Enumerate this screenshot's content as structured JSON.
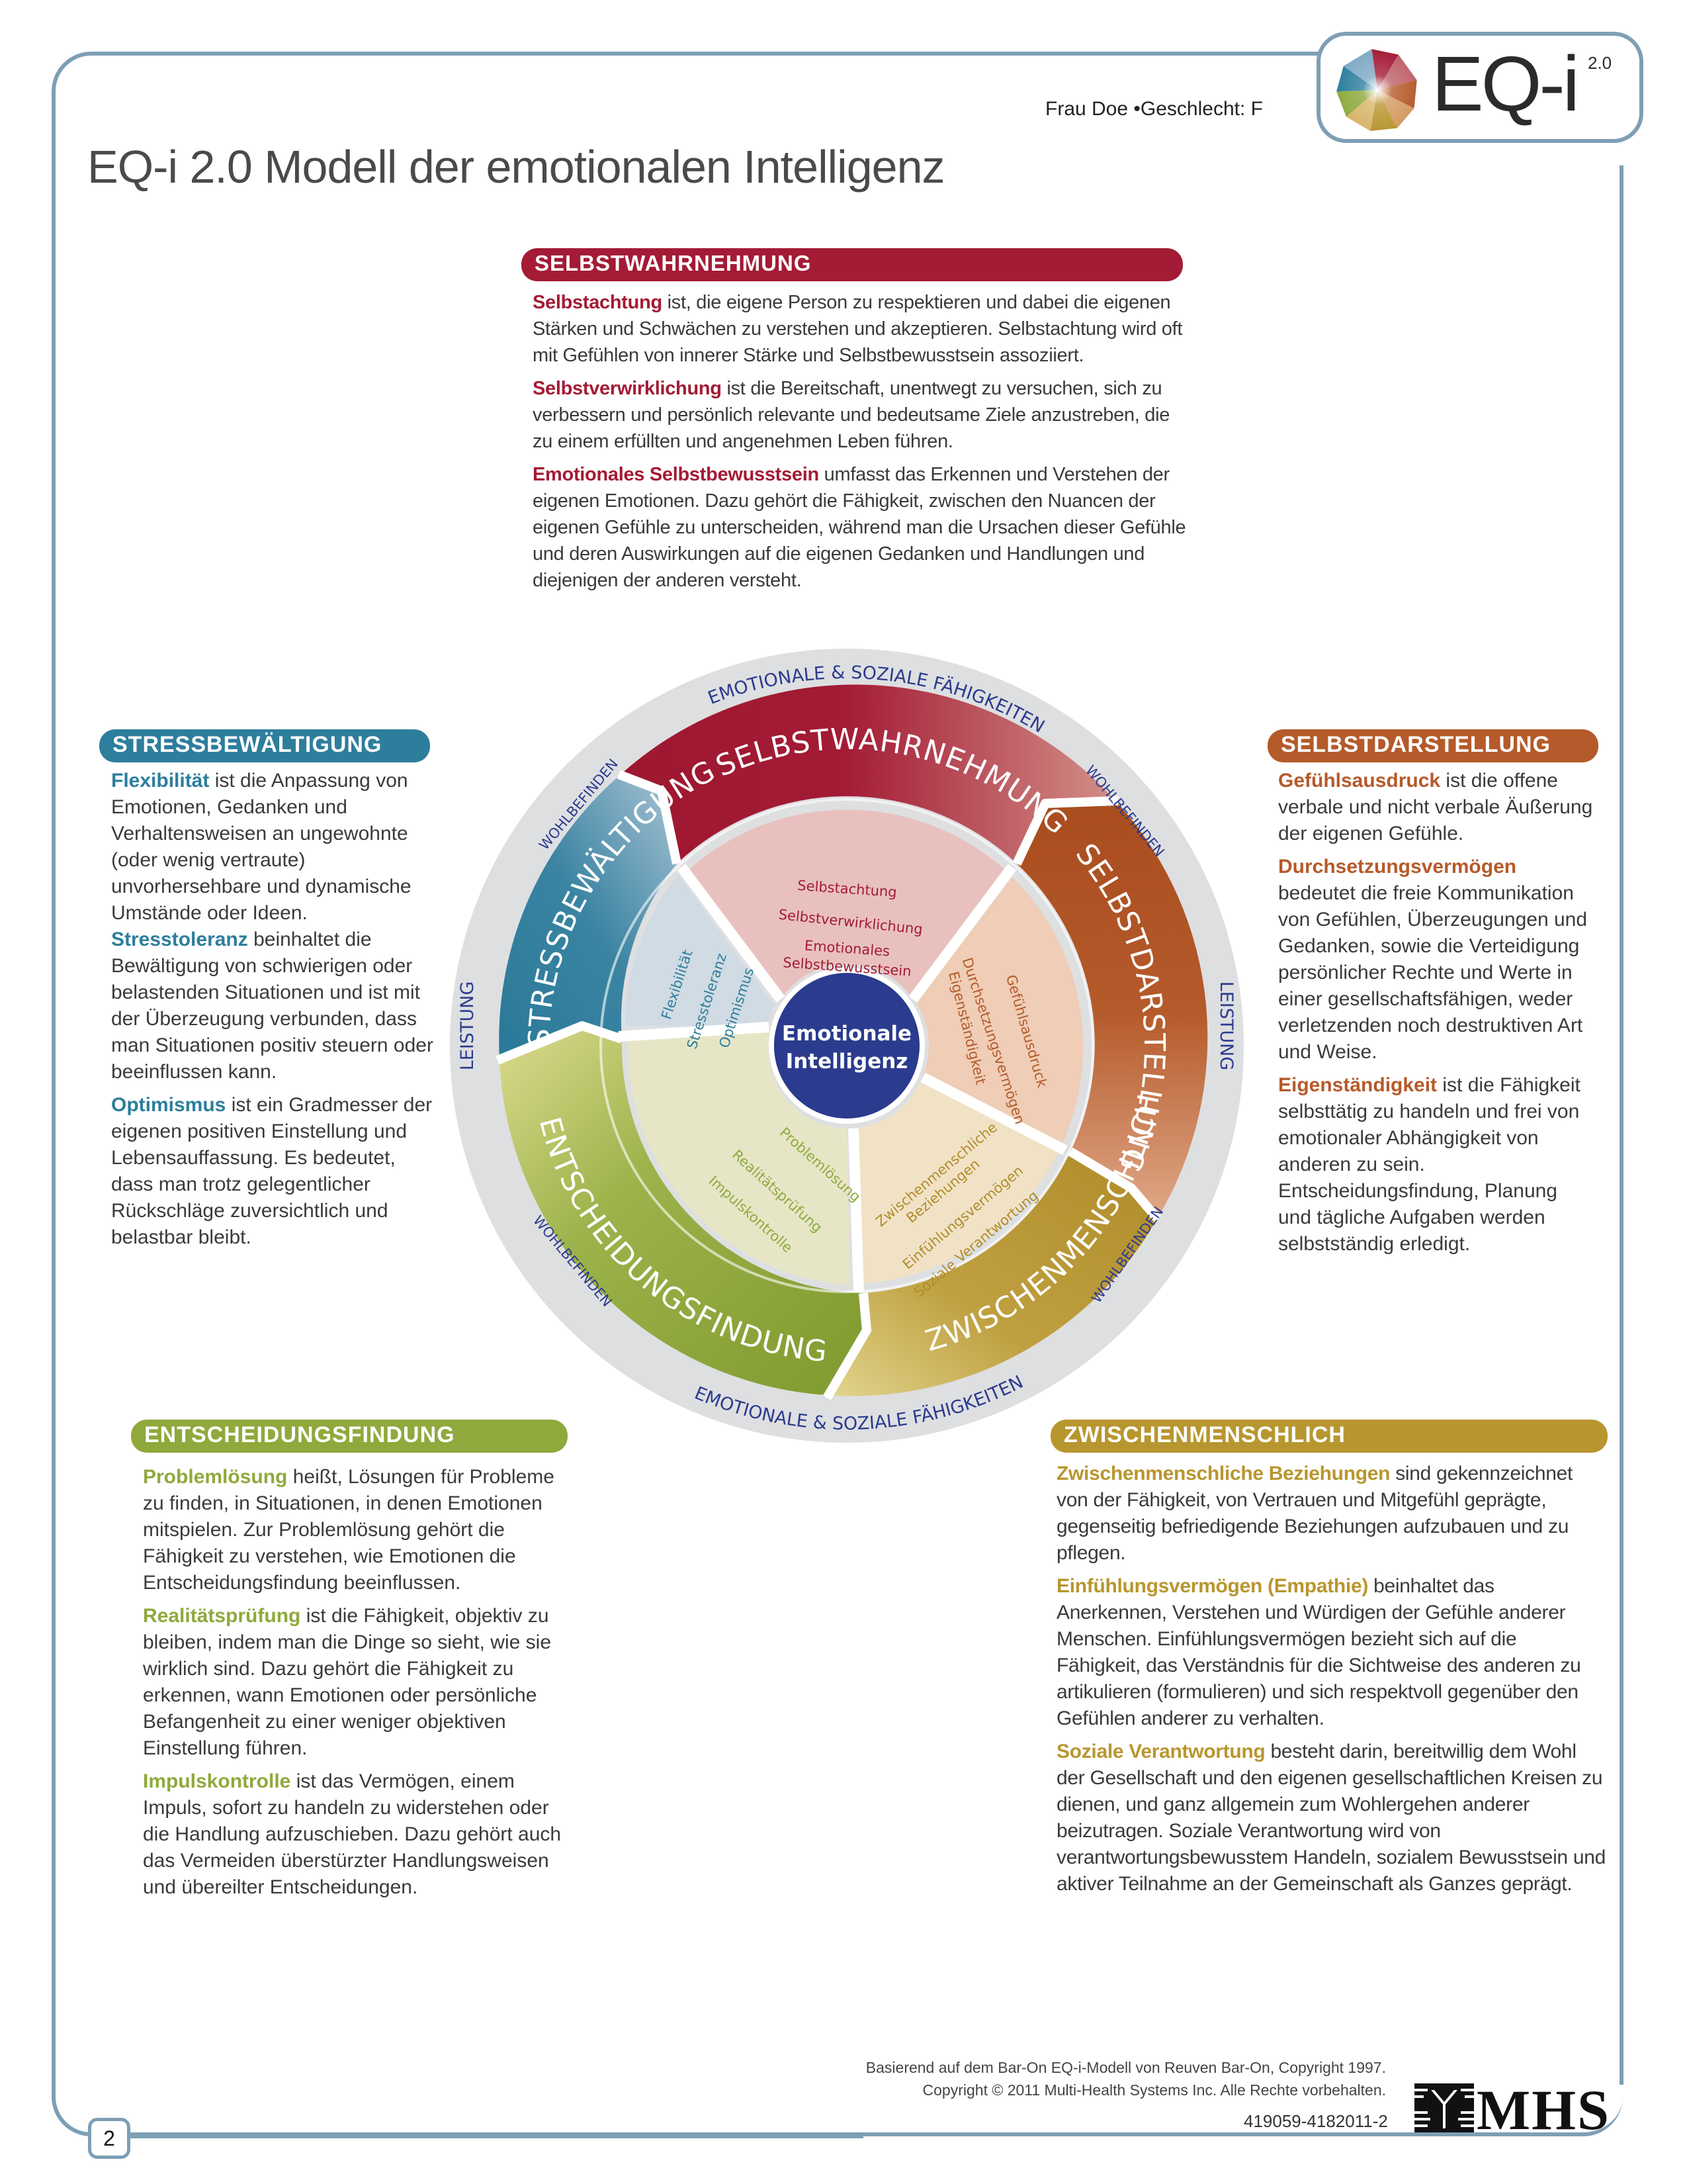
{
  "header": {
    "person": "Frau Doe •Geschlecht: F",
    "logo_text": "EQ-i",
    "logo_superscript": "2.0",
    "page_title": "EQ-i 2.0 Modell der emotionalen Intelligenz"
  },
  "colors": {
    "frame": "#7d9fb5",
    "selbstwahrnehmung": "#a31b35",
    "selbstdarstellung": "#b55a2a",
    "zwischenmenschlich": "#b8962f",
    "entscheidungsfindung": "#8fa93c",
    "stressbewaeltigung": "#2d7e9c",
    "center": "#2b3b8e",
    "ring_text": "#2b3b8e"
  },
  "sections": {
    "selbstwahrnehmung": {
      "title": "SELBSTWAHRNEHMUNG",
      "items": [
        {
          "term": "Selbstachtung",
          "text": " ist, die eigene Person zu respektieren und dabei die eigenen Stärken und Schwächen zu verstehen und akzeptieren. Selbstachtung wird oft mit Gefühlen von innerer Stärke und Selbstbewusstsein assoziiert."
        },
        {
          "term": "Selbstverwirklichung",
          "text": " ist die Bereitschaft, unentwegt zu versuchen, sich zu verbessern  und persönlich relevante und bedeutsame Ziele anzustreben, die zu einem erfüllten und angenehmen Leben führen."
        },
        {
          "term": "Emotionales Selbstbewusstsein",
          "text": " umfasst das Erkennen und Verstehen der eigenen Emotionen. Dazu gehört die Fähigkeit, zwischen den Nuancen der eigenen Gefühle zu unterscheiden, während man die Ursachen dieser Gefühle und deren Auswirkungen auf die eigenen Gedanken und Handlungen und diejenigen der anderen versteht."
        }
      ]
    },
    "stressbewaeltigung": {
      "title": "STRESSBEWÄLTIGUNG",
      "items": [
        {
          "term": "Flexibilität",
          "text": " ist die Anpassung von Emotionen, Gedanken und Verhaltensweisen an ungewohnte (oder wenig vertraute) unvorhersehbare und dynamische Umstände oder Ideen."
        },
        {
          "term": "Stresstoleranz",
          "text": " beinhaltet die Bewältigung von schwierigen oder belastenden Situationen und ist mit der Überzeugung verbunden, dass man Situationen positiv steuern oder beeinflussen kann."
        },
        {
          "term": "Optimismus",
          "text": " ist ein Gradmesser der eigenen positiven Einstellung und Lebensauffassung. Es bedeutet, dass man trotz gelegentlicher Rückschläge zuversichtlich und belastbar bleibt."
        }
      ]
    },
    "selbstdarstellung": {
      "title": "SELBSTDARSTELLUNG",
      "items": [
        {
          "term": "Gefühlsausdruck",
          "text": " ist die offene verbale und nicht verbale Äußerung der eigenen Gefühle."
        },
        {
          "term": "Durchsetzungsvermögen",
          "text": " bedeutet die freie Kommunikation von Gefühlen, Überzeugungen und Gedanken, sowie die Verteidigung persönlicher Rechte und Werte in einer gesellschaftsfähigen, weder verletzenden noch destruktiven Art und Weise."
        },
        {
          "term": "Eigenständigkeit",
          "text": " ist die Fähigkeit selbsttätig zu handeln und frei von emotionaler Abhängigkeit von anderen zu sein. Entscheidungsfindung, Planung und tägliche Aufgaben werden selbstständig erledigt."
        }
      ]
    },
    "entscheidungsfindung": {
      "title": "ENTSCHEIDUNGSFINDUNG",
      "items": [
        {
          "term": "Problemlösung",
          "text": " heißt, Lösungen für Probleme zu finden, in Situationen, in denen Emotionen mitspielen. Zur Problemlösung gehört die Fähigkeit zu verstehen, wie Emotionen die Entscheidungsfindung beeinflussen."
        },
        {
          "term": "Realitätsprüfung",
          "text": " ist die Fähigkeit, objektiv zu bleiben, indem man die Dinge so sieht, wie sie wirklich sind. Dazu gehört die Fähigkeit zu erkennen, wann Emotionen oder persönliche Befangenheit zu einer weniger objektiven Einstellung führen."
        },
        {
          "term": "Impulskontrolle",
          "text": " ist das Vermögen, einem Impuls, sofort zu handeln zu widerstehen oder die Handlung aufzuschieben. Dazu gehört auch das Vermeiden überstürzter Handlungsweisen und übereilter Entscheidungen."
        }
      ]
    },
    "zwischenmenschlich": {
      "title": "ZWISCHENMENSCHLICH",
      "items": [
        {
          "term": "Zwischenmenschliche Beziehungen",
          "text": " sind gekennzeichnet von der Fähigkeit, von Vertrauen und Mitgefühl geprägte, gegenseitig befriedigende Beziehungen aufzubauen und zu pflegen."
        },
        {
          "term": "Einfühlungsvermögen (Empathie)",
          "text": " beinhaltet das Anerkennen, Verstehen und Würdigen der Gefühle anderer Menschen. Einfühlungsvermögen bezieht sich auf die Fähigkeit, das Verständnis für die Sichtweise des anderen zu artikulieren (formulieren) und sich respektvoll gegenüber den Gefühlen anderer zu verhalten."
        },
        {
          "term": "Soziale Verantwortung",
          "text": " besteht darin, bereitwillig dem Wohl der Gesellschaft und den eigenen gesellschaftlichen Kreisen zu dienen, und ganz allgemein zum Wohlergehen anderer beizutragen. Soziale Verantwortung wird von verantwortungsbewusstem Handeln, sozialem Bewusstsein und aktiver Teilnahme an der Gemeinschaft als Ganzes geprägt."
        }
      ]
    }
  },
  "wheel": {
    "center_line1": "Emotionale",
    "center_line2": "Intelligenz",
    "ring_top": "EMOTIONALE & SOZIALE FÄHIGKEITEN",
    "ring_bottom": "EMOTIONALE & SOZIALE FÄHIGKEITEN",
    "ring_left": "LEISTUNG",
    "ring_right": "LEISTUNG",
    "ring_wohlbefinden": "WOHLBEFINDEN",
    "composites": {
      "selbstwahrnehmung": "SELBSTWAHRNEHMUNG",
      "selbstdarstellung": "SELBSTDARSTELLUNG",
      "zwischenmenschlich": "ZWISCHENMENSCHLICH",
      "entscheidungsfindung": "ENTSCHEIDUNGSFINDUNG",
      "stressbewaeltigung": "STRESSBEWÄLTIGUNG"
    },
    "subscales": {
      "selbstwahrnehmung": [
        "Selbstachtung",
        "Selbstverwirklichung",
        "Emotionales",
        "Selbstbewusstsein"
      ],
      "selbstdarstellung": [
        "Gefühlsausdruck",
        "Durchsetzungsvermögen",
        "Eigenständigkeit"
      ],
      "zwischenmenschlich": [
        "Zwischenmenschliche",
        "Beziehungen",
        "Einfühlungsvermögen",
        "Soziale Verantwortung"
      ],
      "entscheidungsfindung": [
        "Problemlösung",
        "Realitätsprüfung",
        "Impulskontrolle"
      ],
      "stressbewaeltigung": [
        "Flexibilität",
        "Stresstoleranz",
        "Optimismus"
      ]
    }
  },
  "footer": {
    "line1": "Basierend auf dem Bar-On EQ-i-Modell von Reuven Bar-On, Copyright 1997.",
    "line2": "Copyright © 2011 Multi-Health Systems Inc. Alle Rechte vorbehalten.",
    "doc_id": "419059-4182011-2",
    "publisher": "MHS",
    "page_number": "2"
  }
}
